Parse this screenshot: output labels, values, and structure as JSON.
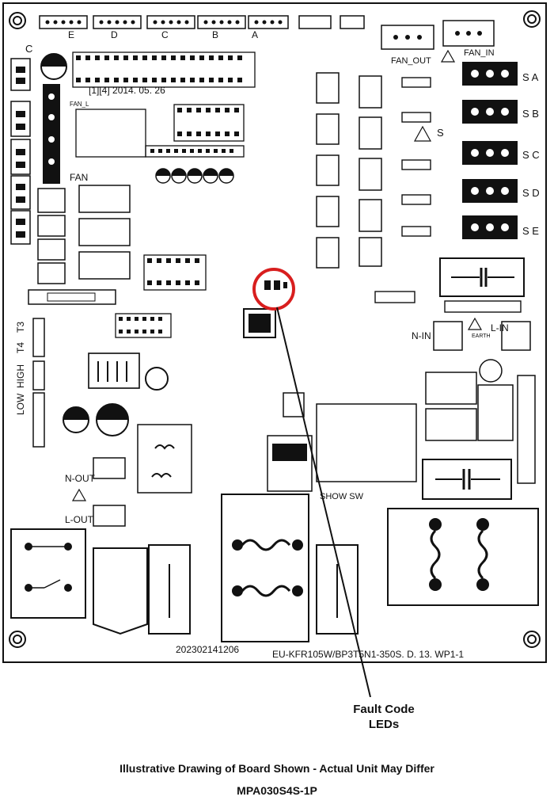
{
  "board": {
    "connector_labels": {
      "E": "E",
      "D": "D",
      "C": "C",
      "B": "B",
      "A": "A"
    },
    "fan_out": "FAN_OUT",
    "fan_in": "FAN_IN",
    "fan_l": "FAN_L",
    "fan": "FAN",
    "c_label": "C",
    "date_code": "[1][4] 2014. 05. 26",
    "s_labels": {
      "a": "S A",
      "b": "S B",
      "c": "S C",
      "d": "S D",
      "e": "S E"
    },
    "s_label": "S",
    "t3": "T3",
    "t4": "T4",
    "high": "HIGH",
    "low": "LOW",
    "n_in": "N-IN",
    "l_in": "L-IN",
    "earth": "EARTH",
    "n_out": "N-OUT",
    "l_out": "L-OUT",
    "show_sw": "SHOW SW",
    "serial": "202302141206",
    "model_code": "EU-KFR105W/BP3T5N1-350S. D. 13. WP1-1"
  },
  "callout": {
    "line1": "Fault Code",
    "line2": "LEDs"
  },
  "caption": {
    "line1": "Illustrative Drawing of Board Shown - Actual Unit May Differ",
    "line2": "MPA030S4S-1P"
  },
  "colors": {
    "highlight": "#d81e1e",
    "ink": "#111111",
    "board_bg": "#ffffff"
  }
}
